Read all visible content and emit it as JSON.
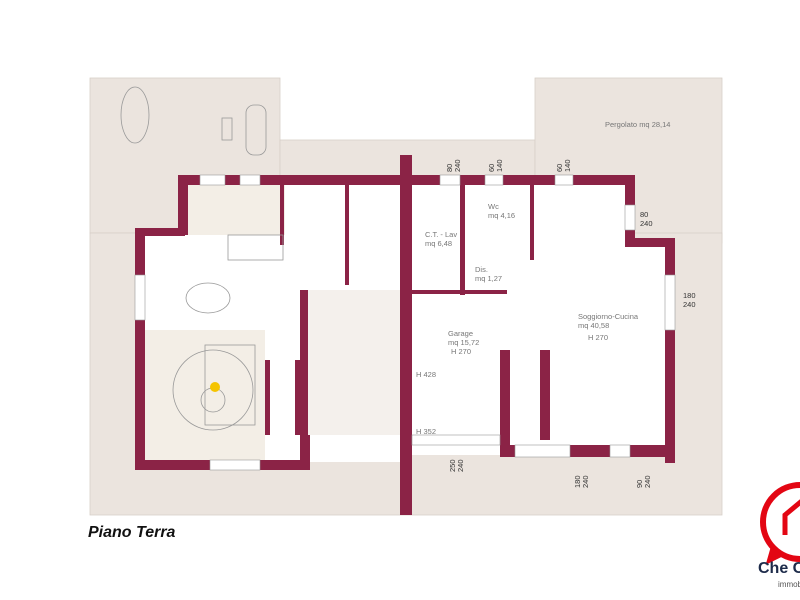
{
  "plan": {
    "title": "Piano Terra",
    "rooms": [
      {
        "name": "Pergolato mq 28,14"
      },
      {
        "name": "C.T. - Lav",
        "area": "mq 6,48"
      },
      {
        "name": "Wc",
        "area": "mq 4,16"
      },
      {
        "name": "Dis.",
        "area": "mq 1,27"
      },
      {
        "name": "Garage",
        "area": "mq 15,72",
        "height": "H 270"
      },
      {
        "name": "Soggiorno-Cucina",
        "area": "mq 40,58",
        "height": "H 270"
      }
    ],
    "heights": [
      "H 428",
      "H 352"
    ],
    "openings": [
      {
        "w": "80",
        "h": "240"
      },
      {
        "w": "60",
        "h": "140"
      },
      {
        "w": "60",
        "h": "140"
      },
      {
        "w": "80",
        "h": "240"
      },
      {
        "w": "180",
        "h": "240"
      },
      {
        "w": "250",
        "h": "240"
      },
      {
        "w": "180",
        "h": "240"
      },
      {
        "w": "90",
        "h": "240"
      }
    ],
    "colors": {
      "wall": "#8b2346",
      "terrace": "#ebe4de",
      "logo": "#e30613"
    }
  },
  "logo": {
    "brand": "Che C",
    "sub": "immob"
  }
}
